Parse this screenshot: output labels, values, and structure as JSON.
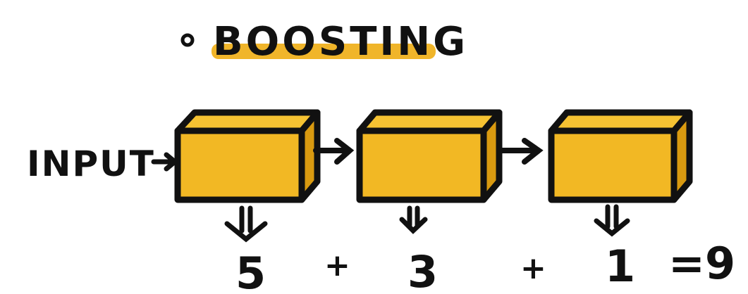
{
  "title": "BOOSTING",
  "input_label": "INPUT",
  "model_outputs": [
    "5",
    "3",
    "1"
  ],
  "operators": [
    "+",
    "+"
  ],
  "result": "=9",
  "colors": {
    "box_fill": "#f2b824",
    "box_side": "#d99a10",
    "box_top": "#f5c232",
    "highlight": "#f0b52a",
    "ink": "#111111"
  }
}
